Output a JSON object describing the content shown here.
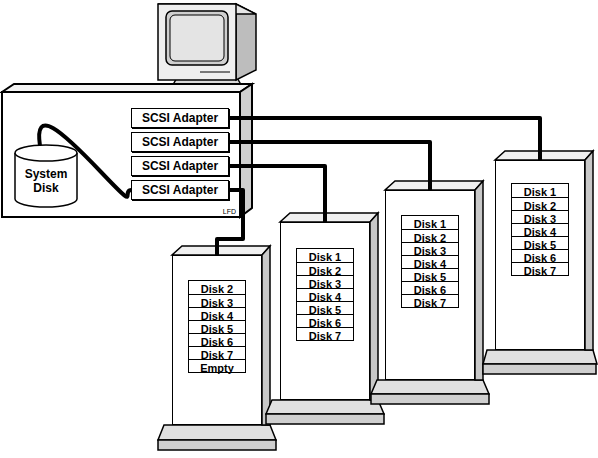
{
  "diagram": {
    "nodes": [
      {
        "text": [
          "LFD"
        ]
      },
      {
        "text": [
          "System Disk"
        ],
        "in": 0
      },
      {
        "text": [
          "SCSI Adapter"
        ],
        "in": 0
      },
      {
        "text": [
          "SCSI Adapter"
        ],
        "in": 0
      },
      {
        "text": [
          "SCSI Adapter"
        ],
        "in": 0
      },
      {
        "text": [
          "SCSI Adapter"
        ],
        "in": 0
      },
      {
        "text": [
          "Disk 2",
          "Disk 3",
          "Disk 4",
          "Disk 5",
          "Disk 6",
          "Disk 7",
          "Empty"
        ]
      },
      {
        "text": [
          "Disk 1",
          "Disk 2",
          "Disk 3",
          "Disk 4",
          "Disk 5",
          "Disk 6",
          "Disk 7"
        ]
      },
      {
        "text": [
          "Disk 1",
          "Disk 2",
          "Disk 3",
          "Disk 4",
          "Disk 5",
          "Disk 6",
          "Disk 7"
        ]
      },
      {
        "text": [
          "Disk 1",
          "Disk 2",
          "Disk 3",
          "Disk 4",
          "Disk 5",
          "Disk 6",
          "Disk 7"
        ]
      }
    ],
    "edges": [
      {
        "from": 1,
        "to": 5,
        "arrow": "none"
      },
      {
        "from": 2,
        "to": 9,
        "arrow": "none"
      },
      {
        "from": 3,
        "to": 8,
        "arrow": "none"
      },
      {
        "from": 4,
        "to": 7,
        "arrow": "none"
      },
      {
        "from": 5,
        "to": 6,
        "arrow": "none"
      }
    ]
  }
}
